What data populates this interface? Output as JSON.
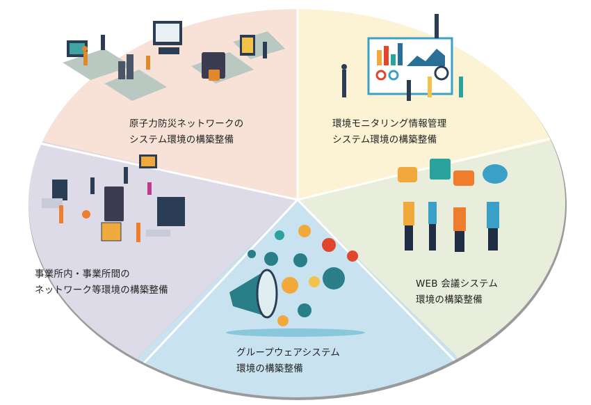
{
  "segments": [
    {
      "id": "nuclear",
      "lines": [
        "原子力防災ネットワークの",
        "システム環境の構築整備"
      ],
      "color": "#f8e2d7",
      "illustration": "isometric-computers-server-lock"
    },
    {
      "id": "monitoring",
      "lines": [
        "環境モニタリング情報管理",
        "システム環境の構築整備"
      ],
      "color": "#fbf3d3",
      "illustration": "dashboard-analytics-team"
    },
    {
      "id": "web-meeting",
      "lines": [
        "WEB 会議システム",
        "環境の構築整備"
      ],
      "color": "#e8eedb",
      "illustration": "people-speech-bubbles"
    },
    {
      "id": "groupware",
      "lines": [
        "グループウェアシステム",
        "環境の構築整備"
      ],
      "color": "#c9e2ef",
      "illustration": "megaphone-network-avatars"
    },
    {
      "id": "office-network",
      "lines": [
        "事業所内・事業所間の",
        "ネットワーク等環境の構築整備"
      ],
      "color": "#dedbe9",
      "illustration": "network-server-devices"
    }
  ]
}
